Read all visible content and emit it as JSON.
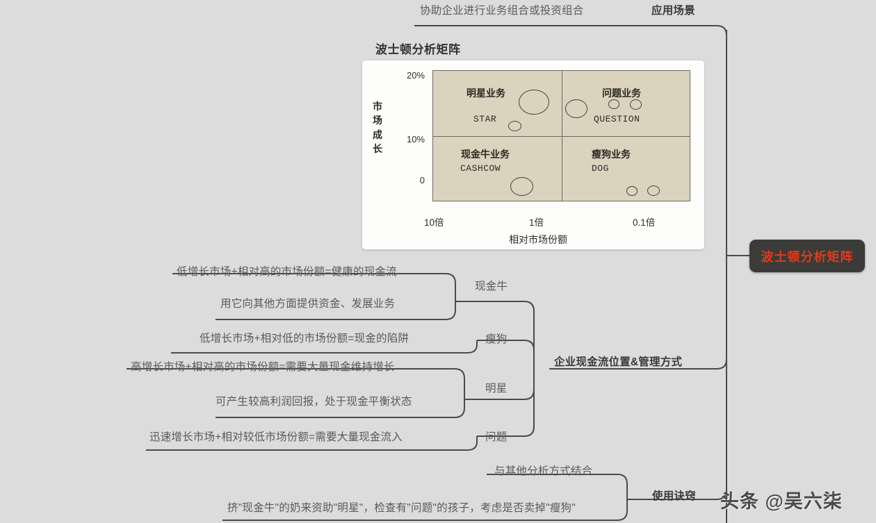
{
  "center": {
    "label": "波士顿分析矩阵",
    "text_color": "#e03b1c",
    "bg_color": "#3b3b39"
  },
  "branches": {
    "application": {
      "label": "应用场景",
      "leaf": "协助企业进行业务组合或投资组合"
    },
    "cashflow": {
      "label": "企业现金流位置&管理方式",
      "groups": [
        {
          "label": "现金牛",
          "leaves": [
            "低增长市场+相对高的市场份额=健康的现金流",
            "用它向其他方面提供资金、发展业务"
          ]
        },
        {
          "label": "瘦狗",
          "leaves": [
            "低增长市场+相对低的市场份额=现金的陷阱"
          ]
        },
        {
          "label": "明星",
          "leaves": [
            "高增长市场+相对高的市场份额=需要大量现金维持增长",
            "可产生较高利润回报，处于现金平衡状态"
          ]
        },
        {
          "label": "问题",
          "leaves": [
            "迅速增长市场+相对较低市场份额=需要大量现金流入"
          ]
        }
      ]
    },
    "tips": {
      "label": "使用诀窍",
      "leaves": [
        "与其他分析方式结合",
        "挤\"现金牛\"的奶来资助\"明星\"，检查有\"问题\"的孩子，考虑是否卖掉\"瘦狗\""
      ]
    }
  },
  "bcg_card": {
    "title": "波士顿分析矩阵"
  },
  "watermark": "头条 @吴六柒",
  "chart_data": {
    "type": "scatter",
    "title": "波士顿分析矩阵",
    "xlabel": "相对市场份额",
    "ylabel": "市场成长",
    "x_ticks": [
      "10倍",
      "1倍",
      "0.1倍"
    ],
    "y_ticks": [
      "20%",
      "10%",
      "0"
    ],
    "ylim": [
      0,
      20
    ],
    "grid": false,
    "legend": "none",
    "quadrants": [
      {
        "name_cn": "明星业务",
        "name_en": "STAR",
        "position": "top-left",
        "bubbles": [
          {
            "cx": 57,
            "cy": 40,
            "r": 21
          },
          {
            "cx": 31,
            "cy": 76,
            "r": 8
          }
        ]
      },
      {
        "name_cn": "问题业务",
        "name_en": "QUESTION",
        "position": "top-right",
        "bubbles": [
          {
            "cx": 8,
            "cy": 53,
            "r": 15
          },
          {
            "cx": 47,
            "cy": 41,
            "r": 7
          },
          {
            "cx": 73,
            "cy": 41,
            "r": 8
          }
        ]
      },
      {
        "name_cn": "现金牛业务",
        "name_en": "CASHCOW",
        "position": "bottom-left",
        "bubbles": [
          {
            "cx": 52,
            "cy": 74,
            "r": 15
          }
        ]
      },
      {
        "name_cn": "瘦狗业务",
        "name_en": "DOG",
        "position": "bottom-right",
        "bubbles": [
          {
            "cx": 48,
            "cy": 81,
            "r": 7
          },
          {
            "cx": 73,
            "cy": 81,
            "r": 8
          }
        ]
      }
    ]
  }
}
